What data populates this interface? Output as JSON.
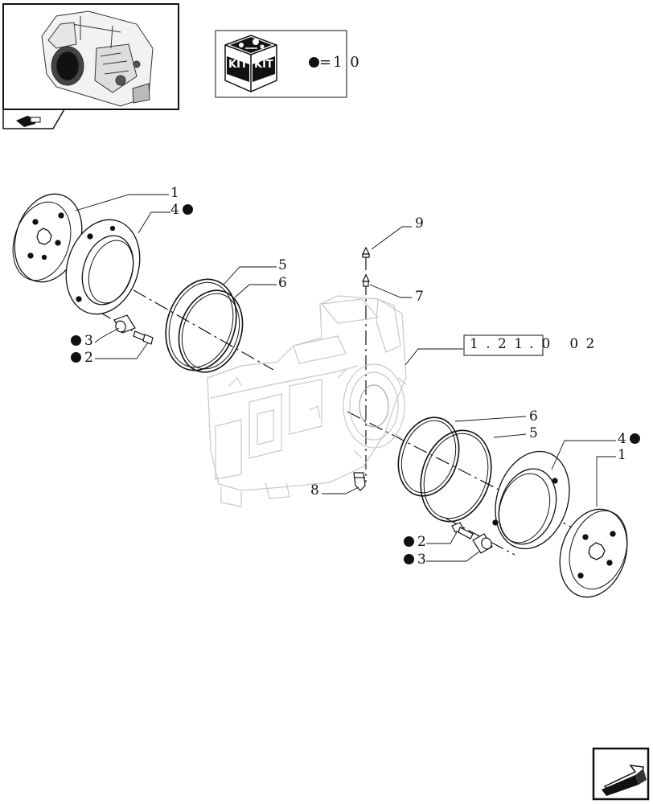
{
  "kit": {
    "badge_texts": [
      "KIT",
      "KIT"
    ],
    "legend_value": "1 0"
  },
  "reference": {
    "part1": "1 . 2 1",
    "part2": "0",
    "part3": "0 2"
  },
  "callouts": {
    "upper_left": {
      "p1": "1",
      "p4": "4",
      "p3": "3",
      "p2": "2",
      "p5": "5",
      "p6": "6"
    },
    "center": {
      "p9": "9",
      "p7": "7",
      "p8": "8"
    },
    "lower_right": {
      "p6": "6",
      "p5": "5",
      "p4": "4",
      "p1": "1",
      "p2": "2",
      "p3": "3"
    }
  }
}
